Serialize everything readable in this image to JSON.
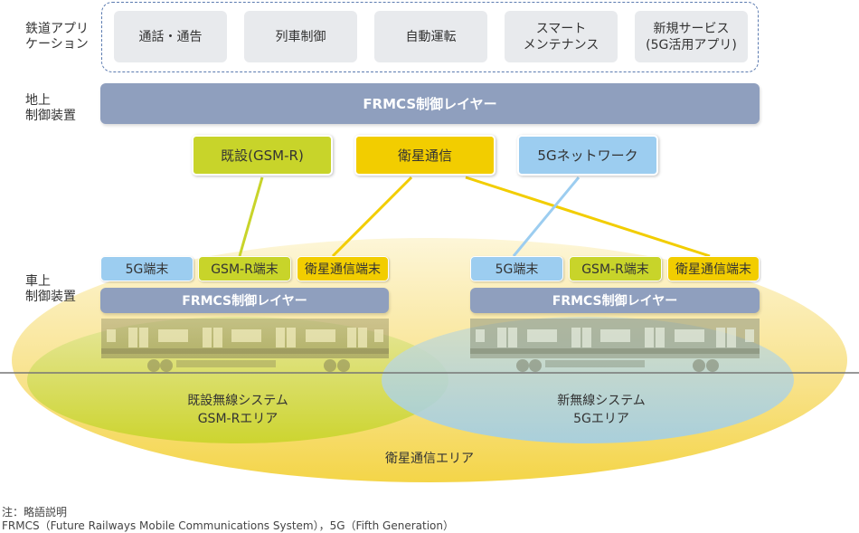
{
  "row_labels": {
    "applications": "鉄道アプリ\nケーション",
    "ground": "地上\n制御装置",
    "onboard": "車上\n制御装置"
  },
  "applications": [
    {
      "label": "通話・通告"
    },
    {
      "label": "列車制御"
    },
    {
      "label": "自動運転"
    },
    {
      "label": "スマート\nメンテナンス"
    },
    {
      "label": "新規サービス\n(5G活用アプリ)"
    }
  ],
  "ground_control": {
    "label": "FRMCS制御レイヤー"
  },
  "networks": [
    {
      "label": "既設(GSM-R)",
      "color": "#c8d42a"
    },
    {
      "label": "衛星通信",
      "color": "#f2cd00"
    },
    {
      "label": "5Gネットワーク",
      "color": "#9ccdf0"
    }
  ],
  "trains": [
    {
      "terminals": [
        {
          "label": "5G端末",
          "color": "#9ccdf0"
        },
        {
          "label": "GSM-R端末",
          "color": "#c8d42a"
        },
        {
          "label": "衛星通信端末",
          "color": "#f2cd00"
        }
      ],
      "control_label": "FRMCS制御レイヤー"
    },
    {
      "terminals": [
        {
          "label": "5G端末",
          "color": "#9ccdf0"
        },
        {
          "label": "GSM-R端末",
          "color": "#c8d42a"
        },
        {
          "label": "衛星通信端末",
          "color": "#f2cd00"
        }
      ],
      "control_label": "FRMCS制御レイヤー"
    }
  ],
  "areas": {
    "gsmr": "既設無線システム\nGSM-Rエリア",
    "fiveg": "新無線システム\n5Gエリア",
    "satellite": "衛星通信エリア"
  },
  "colors": {
    "control_layer": "#8f9fbe",
    "gsmr": "#c8d42a",
    "satellite": "#f2cd00",
    "fiveg": "#9ccdf0",
    "dashed_border": "#5b7bb0"
  },
  "notes": {
    "title": "注：略語説明",
    "abbreviations": "FRMCS（Future Railways Mobile Communications System），5G（Fifth Generation）"
  }
}
